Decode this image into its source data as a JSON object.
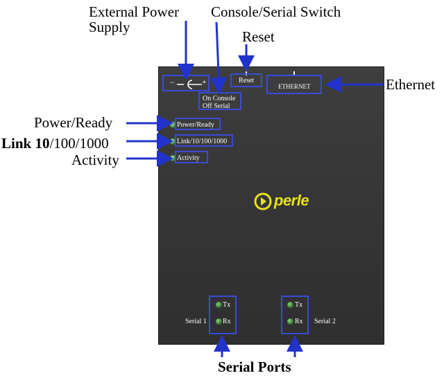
{
  "callouts": {
    "external_power_line1": "External Power",
    "external_power_line2": "Supply",
    "console_switch": "Console/Serial Switch",
    "reset": "Reset",
    "ethernet": "Ethernet",
    "power_ready": "Power/Ready",
    "link_bold": "Link 10",
    "link_rest": "/100/1000",
    "activity": "Activity",
    "serial_ports": "Serial Ports"
  },
  "device": {
    "power_symbol_minus": "−",
    "power_symbol_plus": "+",
    "reset_label": "Reset",
    "ethernet_label": "ETHERNET",
    "console_on": "On Console",
    "console_off": "Off Serial",
    "led_power": "Power/Ready",
    "led_link": "Link/10/100/1000",
    "led_activity": "Activity",
    "brand": "perle",
    "serial1": {
      "tx": "Tx",
      "rx": "Rx",
      "label": "Serial 1"
    },
    "serial2": {
      "tx": "Tx",
      "rx": "Rx",
      "label": "Serial 2"
    }
  },
  "colors": {
    "outline": "#3a4bd8",
    "arrow": "#2233cc",
    "device_body": "#39393a",
    "led": "#4c9a42",
    "logo": "#e7e21f"
  }
}
